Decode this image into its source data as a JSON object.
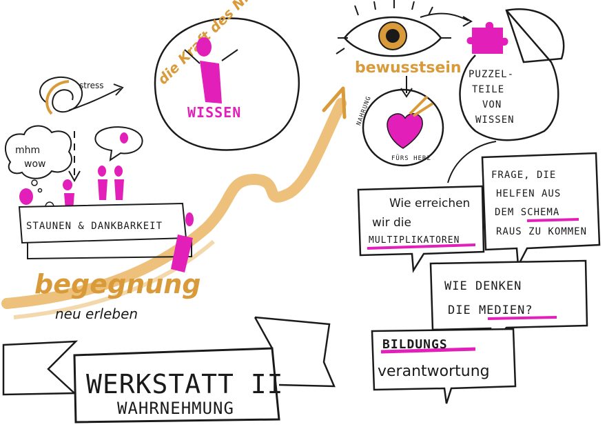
{
  "colors": {
    "ink": "#1a1a1a",
    "magenta": "#e21fb8",
    "ochre": "#d99a3a"
  },
  "title": {
    "line1": "WERKSTATT II",
    "line2": "WAHRNEHMUNG"
  },
  "left": {
    "stress": "stress",
    "bubble_mhm": "mhm",
    "bubble_wow": "wow",
    "banner_staunen": "STAUNEN & DANKBARKEIT",
    "begegnung": "begegnung",
    "neu_erleben": "neu erleben"
  },
  "center": {
    "kraft": "die Kraft des Nicht",
    "wissen": "WISSEN"
  },
  "right": {
    "bewusstsein": "bewusstsein",
    "nahrung": "NAHRUNG",
    "fuers_herz": "FÜRS HERZ",
    "puzzle_1": "PUZZEL-",
    "puzzle_2": "TEILE",
    "puzzle_3": "VON",
    "puzzle_4": "WISSEN",
    "multi_1": "Wie erreichen",
    "multi_2": "wir die",
    "multi_3": "MULTIPLIKATOREN",
    "frage_1": "FRAGE, DIE",
    "frage_2": "HELFEN AUS",
    "frage_3": "DEM SCHEMA",
    "frage_4": "RAUS ZU KOMMEN",
    "medien_1": "WIE DENKEN",
    "medien_2": "DIE MEDIEN?",
    "bildung_1": "BILDUNGS",
    "bildung_2": "verantwortung"
  },
  "icons": [
    "eye-icon",
    "puzzle-icon",
    "heart-icon",
    "person-icon",
    "arrow-icon"
  ]
}
